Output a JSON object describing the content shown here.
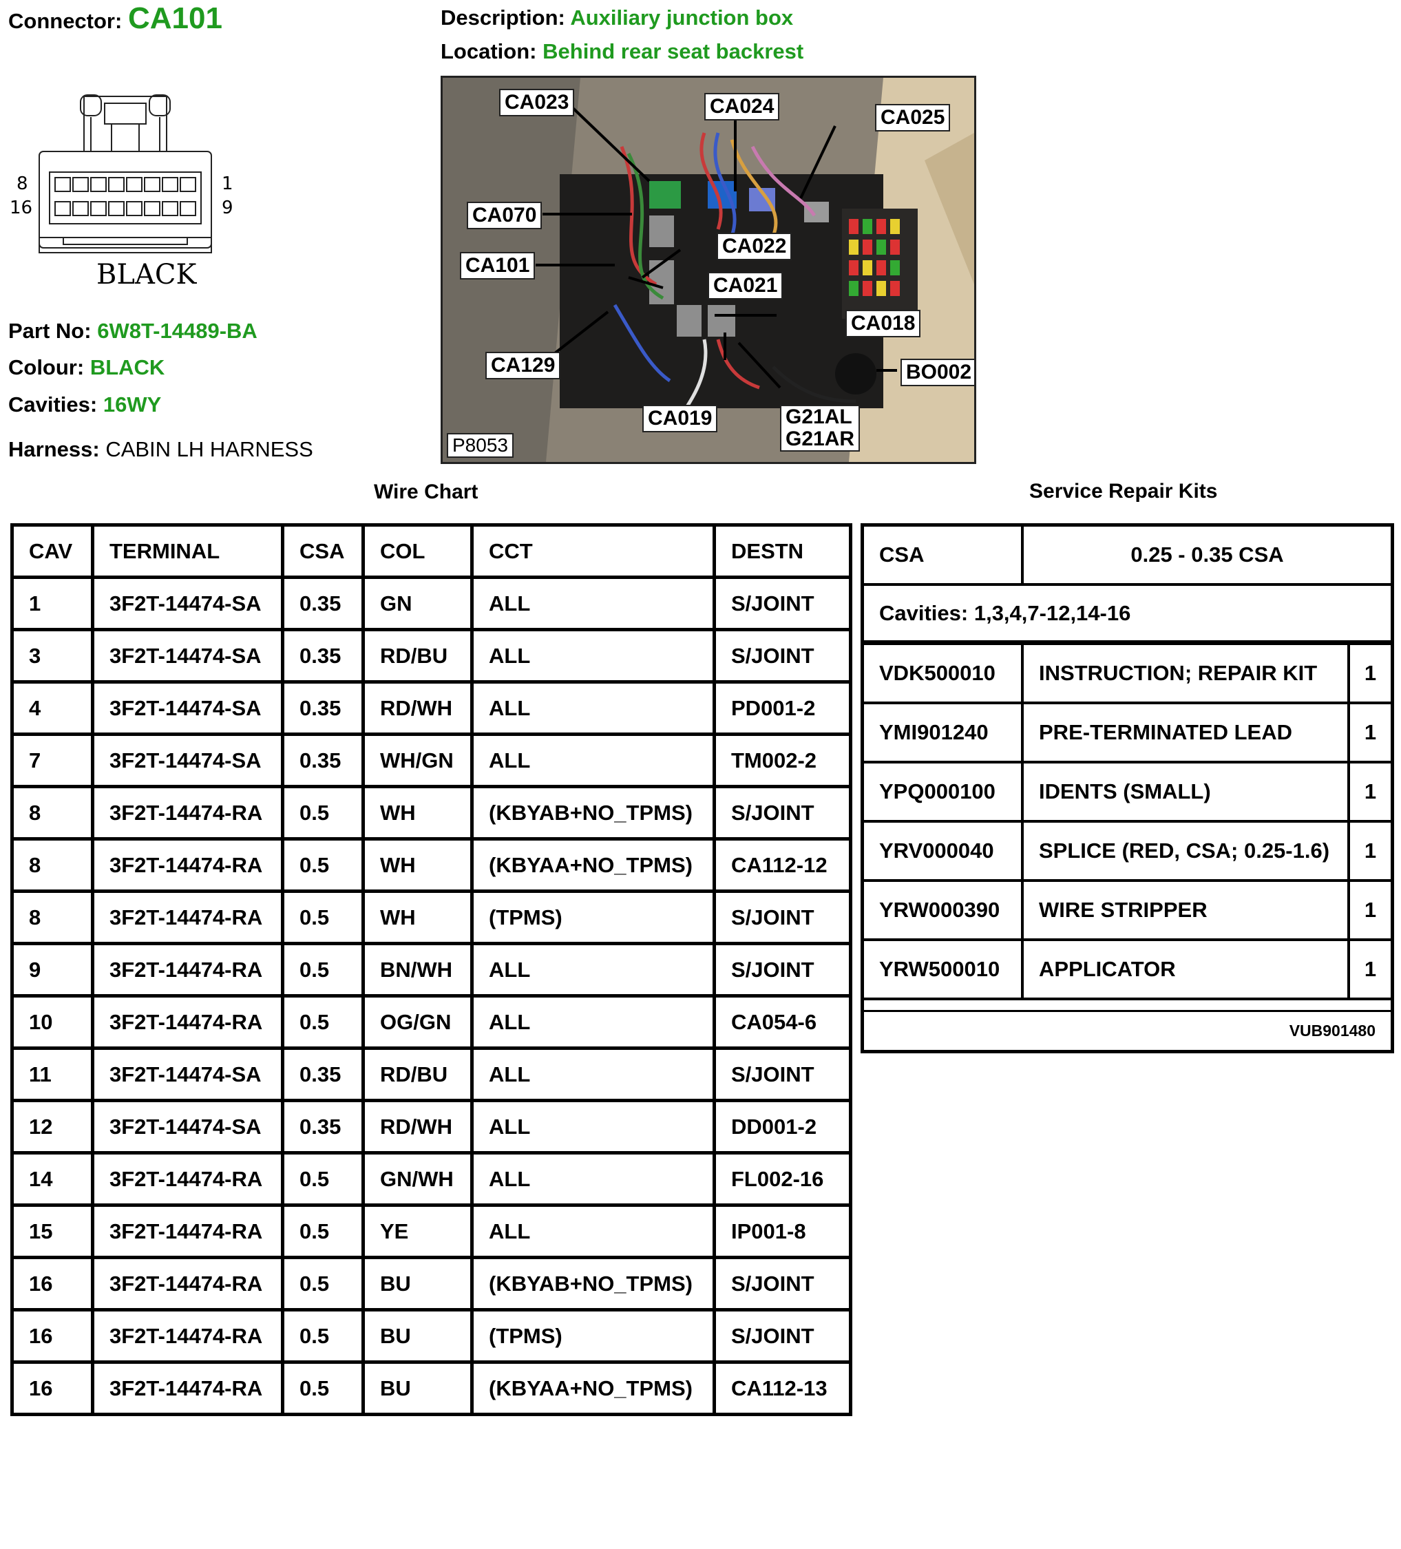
{
  "connector": {
    "label": "Connector:",
    "value": "CA101"
  },
  "description": {
    "label": "Description:",
    "value": "Auxiliary junction box"
  },
  "location": {
    "label": "Location:",
    "value": "Behind rear seat backrest"
  },
  "drawing": {
    "colour_label": "BLACK",
    "pin_8": "8",
    "pin_16": "16",
    "pin_1": "1",
    "pin_9": "9"
  },
  "part_no": {
    "label": "Part No:",
    "value": "6W8T-14489-BA"
  },
  "colour": {
    "label": "Colour:",
    "value": "BLACK"
  },
  "cavities": {
    "label": "Cavities:",
    "value": "16WY"
  },
  "harness": {
    "label": "Harness:",
    "value": "CABIN LH HARNESS"
  },
  "photo": {
    "id": "P8053",
    "callouts": [
      "CA023",
      "CA024",
      "CA025",
      "CA070",
      "CA022",
      "CA101",
      "CA021",
      "CA018",
      "CA129",
      "BO002",
      "CA019",
      "G21AL",
      "G21AR"
    ]
  },
  "wire_chart": {
    "title": "Wire Chart",
    "headers": [
      "CAV",
      "TERMINAL",
      "CSA",
      "COL",
      "CCT",
      "DESTN"
    ],
    "rows": [
      [
        "1",
        "3F2T-14474-SA",
        "0.35",
        "GN",
        "ALL",
        "S/JOINT"
      ],
      [
        "3",
        "3F2T-14474-SA",
        "0.35",
        "RD/BU",
        "ALL",
        "S/JOINT"
      ],
      [
        "4",
        "3F2T-14474-SA",
        "0.35",
        "RD/WH",
        "ALL",
        "PD001-2"
      ],
      [
        "7",
        "3F2T-14474-SA",
        "0.35",
        "WH/GN",
        "ALL",
        "TM002-2"
      ],
      [
        "8",
        "3F2T-14474-RA",
        "0.5",
        "WH",
        "(KBYAB+NO_TPMS)",
        "S/JOINT"
      ],
      [
        "8",
        "3F2T-14474-RA",
        "0.5",
        "WH",
        "(KBYAA+NO_TPMS)",
        "CA112-12"
      ],
      [
        "8",
        "3F2T-14474-RA",
        "0.5",
        "WH",
        "(TPMS)",
        "S/JOINT"
      ],
      [
        "9",
        "3F2T-14474-RA",
        "0.5",
        "BN/WH",
        "ALL",
        "S/JOINT"
      ],
      [
        "10",
        "3F2T-14474-RA",
        "0.5",
        "OG/GN",
        "ALL",
        "CA054-6"
      ],
      [
        "11",
        "3F2T-14474-SA",
        "0.35",
        "RD/BU",
        "ALL",
        "S/JOINT"
      ],
      [
        "12",
        "3F2T-14474-SA",
        "0.35",
        "RD/WH",
        "ALL",
        "DD001-2"
      ],
      [
        "14",
        "3F2T-14474-RA",
        "0.5",
        "GN/WH",
        "ALL",
        "FL002-16"
      ],
      [
        "15",
        "3F2T-14474-RA",
        "0.5",
        "YE",
        "ALL",
        "IP001-8"
      ],
      [
        "16",
        "3F2T-14474-RA",
        "0.5",
        "BU",
        "(KBYAB+NO_TPMS)",
        "S/JOINT"
      ],
      [
        "16",
        "3F2T-14474-RA",
        "0.5",
        "BU",
        "(TPMS)",
        "S/JOINT"
      ],
      [
        "16",
        "3F2T-14474-RA",
        "0.5",
        "BU",
        "(KBYAA+NO_TPMS)",
        "CA112-13"
      ]
    ]
  },
  "repair_kits": {
    "title": "Service Repair Kits",
    "csa_label": "CSA",
    "csa_value": "0.25 - 0.35 CSA",
    "cavities": "Cavities: 1,3,4,7-12,14-16",
    "items": [
      {
        "code": "VDK500010",
        "description": "INSTRUCTION; REPAIR KIT",
        "qty": "1"
      },
      {
        "code": "YMI901240",
        "description": "PRE-TERMINATED LEAD",
        "qty": "1"
      },
      {
        "code": "YPQ000100",
        "description": "IDENTS (SMALL)",
        "qty": "1"
      },
      {
        "code": "YRV000040",
        "description": "SPLICE (RED, CSA; 0.25-1.6)",
        "qty": "1"
      },
      {
        "code": "YRW000390",
        "description": "WIRE STRIPPER",
        "qty": "1"
      },
      {
        "code": "YRW500010",
        "description": "APPLICATOR",
        "qty": "1"
      }
    ],
    "kit_number": "VUB901480"
  },
  "colors": {
    "value_green": "#1f9a1f",
    "border": "#000000"
  }
}
